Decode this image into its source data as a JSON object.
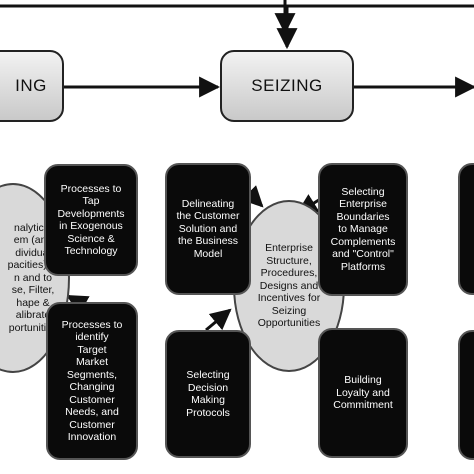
{
  "stages": {
    "sensing_partial": "ING",
    "seizing": "SEIZING"
  },
  "sensing": {
    "ellipse_text": "nalytical\nem (and\ndividual\npacities) to\nn and to\nse, Filter,\nhape &\nalibrate\nportunities",
    "box_top": "Processes to\nTap\nDevelopments\nin Exogenous\nScience &\nTechnology",
    "box_bottom": "Processes to\nidentify\nTarget\nMarket\nSegments,\nChanging\nCustomer\nNeeds, and\nCustomer\nInnovation"
  },
  "seizing": {
    "ellipse_text": "Enterprise\nStructure,\nProcedures,\nDesigns and\nIncentives for\nSeizing\nOpportunities",
    "box_top_left": "Delineating\nthe Customer\nSolution and\nthe Business\nModel",
    "box_top_right": "Selecting\nEnterprise\nBoundaries\nto Manage\nComplements\nand \"Control\"\nPlatforms",
    "box_bottom_left": "Selecting\nDecision\nMaking\nProtocols",
    "box_bottom_right": "Building\nLoyalty and\nCommitment"
  }
}
